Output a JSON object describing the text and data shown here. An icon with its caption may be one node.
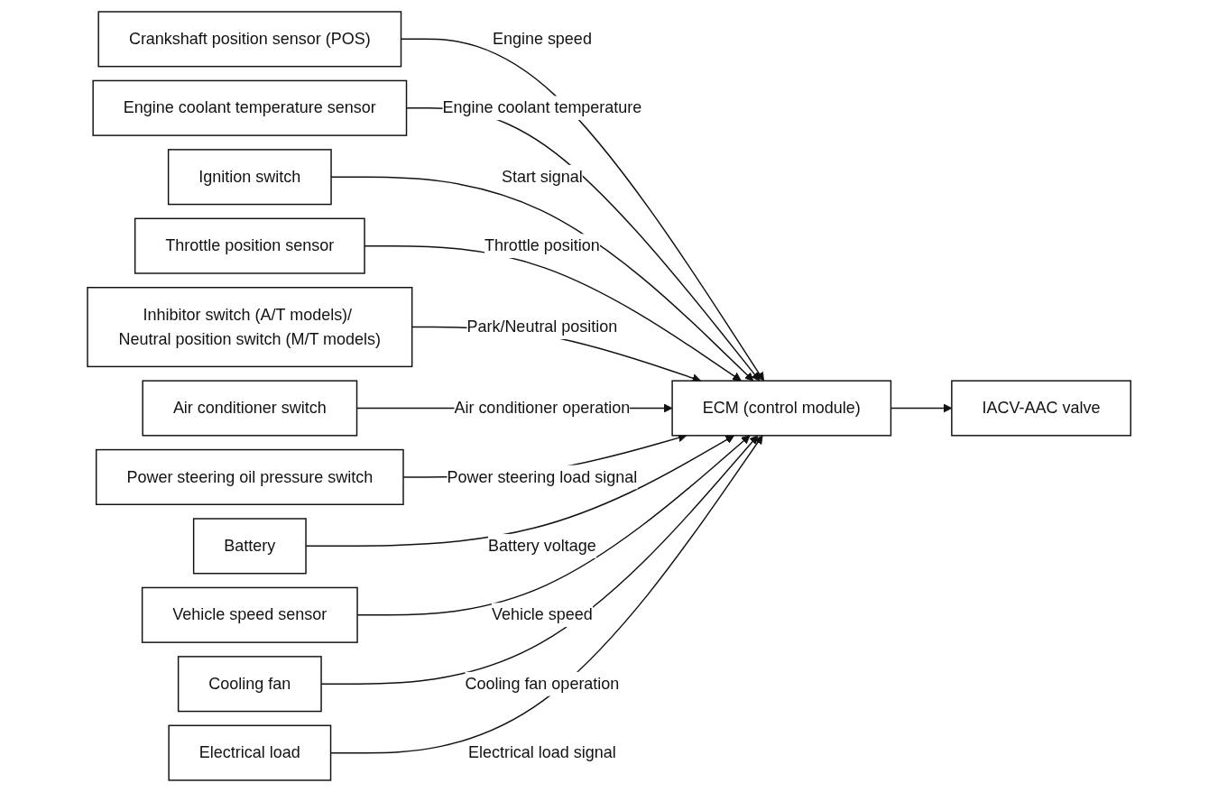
{
  "diagram": {
    "nodes": [
      {
        "text": [
          "Crankshaft position sensor (POS)"
        ]
      },
      {
        "text": [
          "Engine coolant temperature sensor"
        ]
      },
      {
        "text": [
          "Ignition switch"
        ]
      },
      {
        "text": [
          "Throttle position sensor"
        ]
      },
      {
        "text": [
          "Inhibitor switch (A/T models)/ Neutral position switch (M/T models)"
        ]
      },
      {
        "text": [
          "Air conditioner switch"
        ]
      },
      {
        "text": [
          "Power steering oil pressure switch"
        ]
      },
      {
        "text": [
          "Battery"
        ]
      },
      {
        "text": [
          "Vehicle speed sensor"
        ]
      },
      {
        "text": [
          "Cooling fan"
        ]
      },
      {
        "text": [
          "Electrical load"
        ]
      },
      {
        "text": [
          "ECM (control module)"
        ]
      },
      {
        "text": [
          "IACV-AAC valve"
        ]
      }
    ],
    "edges": [
      {
        "from": 0,
        "to": 11,
        "arrow": "to",
        "label": "Engine speed"
      },
      {
        "from": 1,
        "to": 11,
        "arrow": "to",
        "label": "Engine coolant temperature"
      },
      {
        "from": 2,
        "to": 11,
        "arrow": "to",
        "label": "Start signal"
      },
      {
        "from": 3,
        "to": 11,
        "arrow": "to",
        "label": "Throttle position"
      },
      {
        "from": 4,
        "to": 11,
        "arrow": "to",
        "label": "Park/Neutral position"
      },
      {
        "from": 5,
        "to": 11,
        "arrow": "to",
        "label": "Air conditioner operation"
      },
      {
        "from": 6,
        "to": 11,
        "arrow": "to",
        "label": "Power steering load signal"
      },
      {
        "from": 7,
        "to": 11,
        "arrow": "to",
        "label": "Battery voltage"
      },
      {
        "from": 8,
        "to": 11,
        "arrow": "to",
        "label": "Vehicle speed"
      },
      {
        "from": 9,
        "to": 11,
        "arrow": "to",
        "label": "Cooling fan operation"
      },
      {
        "from": 10,
        "to": 11,
        "arrow": "to",
        "label": "Electrical load signal"
      },
      {
        "from": 11,
        "to": 12,
        "arrow": "to"
      }
    ]
  }
}
